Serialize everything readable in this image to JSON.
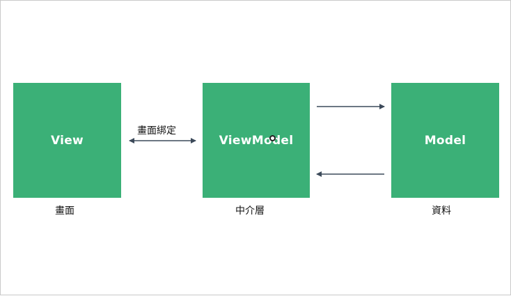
{
  "diagram": {
    "nodes": {
      "view": {
        "label": "View",
        "caption": "畫面"
      },
      "viewmodel": {
        "label": "ViewModel",
        "caption": "中介層"
      },
      "model": {
        "label": "Model",
        "caption": "資料"
      }
    },
    "edges": {
      "view_viewmodel": {
        "label": "畫面綁定",
        "direction": "both"
      },
      "viewmodel_to_model": {
        "label": "",
        "direction": "forward"
      },
      "model_to_viewmodel": {
        "label": "",
        "direction": "backward"
      }
    },
    "colors": {
      "box_fill": "#3bb077",
      "box_text": "#ffffff",
      "arrow": "#3c4a5a",
      "caption_text": "#111111"
    },
    "icons": {
      "cursor": "pointer-cursor-icon"
    }
  }
}
